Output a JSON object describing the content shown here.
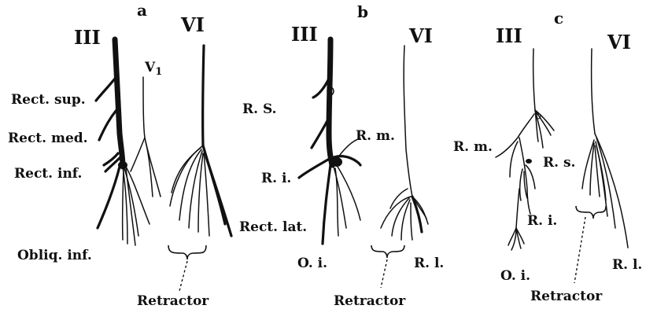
{
  "panels": [
    {
      "letter": "a",
      "nerve_left": "III",
      "nerve_right": "VI",
      "extra": "V",
      "extra_sub": "1",
      "labels": {
        "rect_sup": "Rect. sup.",
        "rect_med": "Rect. med.",
        "rect_inf": "Rect. inf.",
        "obliq_inf": "Obliq. inf.",
        "rect_lat": "Rect. lat."
      },
      "retractor": "Retractor"
    },
    {
      "letter": "b",
      "nerve_left": "III",
      "nerve_right": "VI",
      "labels": {
        "rs": "R. S.",
        "rm": "R. m.",
        "ri": "R. i.",
        "oi": "O. i.",
        "rl": "R. l."
      },
      "retractor": "Retractor"
    },
    {
      "letter": "c",
      "nerve_left": "III",
      "nerve_right": "VI",
      "labels": {
        "rm": "R. m.",
        "rs": "R. s.",
        "ri": "R. i.",
        "oi": "O. i.",
        "rl": "R. l."
      },
      "retractor": "Retractor"
    }
  ]
}
